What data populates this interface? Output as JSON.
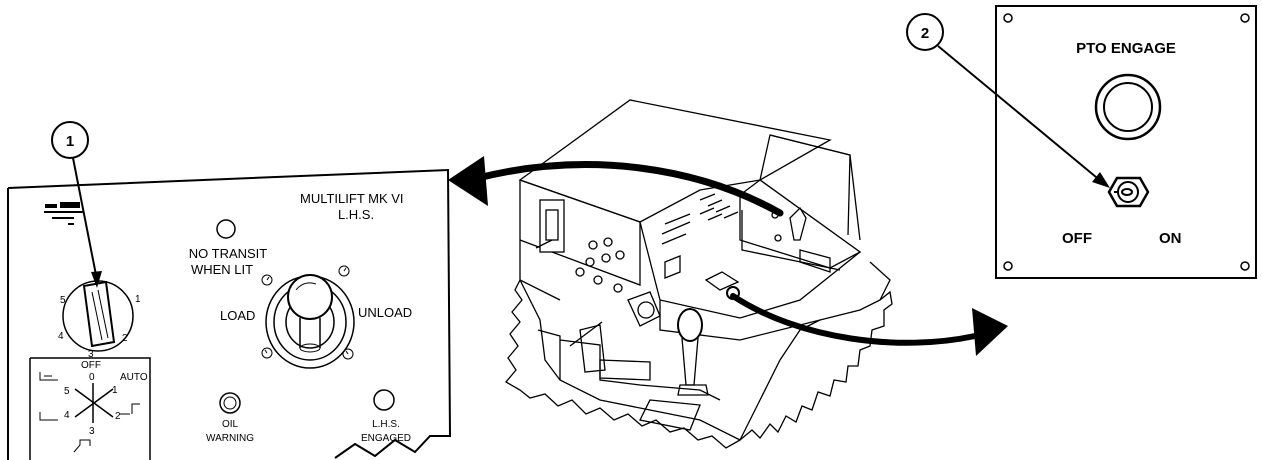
{
  "callouts": [
    {
      "number": "1"
    },
    {
      "number": "2"
    }
  ],
  "lhs_panel": {
    "title_line1": "MULTILIFT MK VI",
    "title_line2": "L.H.S.",
    "no_transit_line1": "NO TRANSIT",
    "no_transit_line2": "WHEN LIT",
    "load": "LOAD",
    "unload": "UNLOAD",
    "oil_line1": "OIL",
    "oil_line2": "WARNING",
    "engaged_line1": "L.H.S.",
    "engaged_line2": "ENGAGED",
    "knob_positions": [
      "5",
      "1",
      "4",
      "2",
      "3"
    ],
    "knob_off": "OFF",
    "chart_auto": "AUTO",
    "chart_positions": [
      "5",
      "0",
      "1",
      "4",
      "2",
      "3"
    ]
  },
  "pto_panel": {
    "title": "PTO ENGAGE",
    "off": "OFF",
    "on": "ON"
  },
  "icons": [
    "arrow-left-icon",
    "arrow-right-icon",
    "pto-switch-icon",
    "lhs-joystick-icon",
    "rotary-selector-icon"
  ]
}
